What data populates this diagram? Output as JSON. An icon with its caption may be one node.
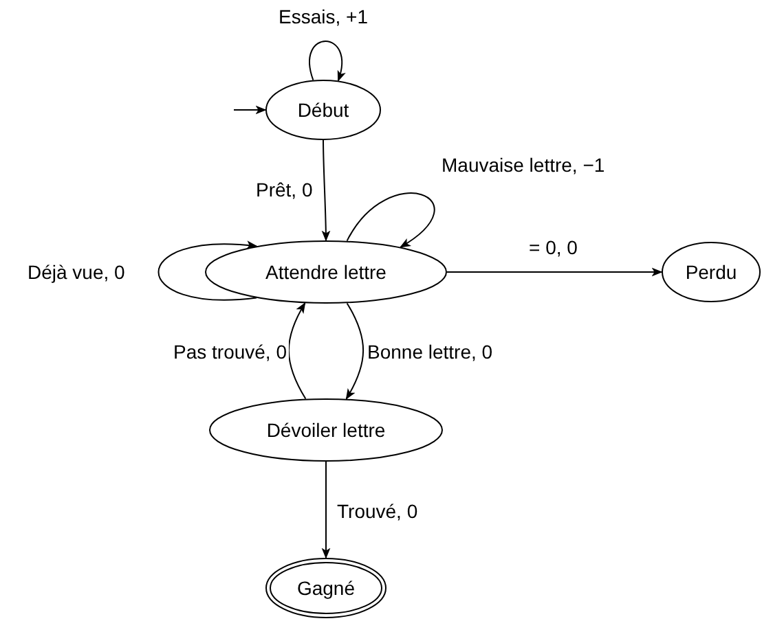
{
  "diagram": {
    "nodes": [
      {
        "text": [
          "Début"
        ]
      },
      {
        "text": [
          "Attendre lettre"
        ]
      },
      {
        "text": [
          "Perdu"
        ]
      },
      {
        "text": [
          "Dévoiler lettre"
        ]
      },
      {
        "text": [
          "Gagné"
        ]
      }
    ],
    "edges": [
      {
        "from": null,
        "to": 0,
        "arrow": "to"
      },
      {
        "from": 0,
        "to": 0,
        "label": "Essais, +1",
        "arrow": "to"
      },
      {
        "from": 0,
        "to": 1,
        "label": "Prêt, 0",
        "arrow": "to"
      },
      {
        "from": 1,
        "to": 1,
        "label": "Mauvaise lettre, −1",
        "arrow": "to"
      },
      {
        "from": 1,
        "to": 1,
        "label": "Déjà vue, 0",
        "arrow": "to"
      },
      {
        "from": 1,
        "to": 2,
        "label": "= 0, 0",
        "arrow": "to"
      },
      {
        "from": 1,
        "to": 3,
        "label": "Bonne lettre, 0",
        "arrow": "to"
      },
      {
        "from": 3,
        "to": 1,
        "label": "Pas trouvé, 0",
        "arrow": "to"
      },
      {
        "from": 3,
        "to": 4,
        "label": "Trouvé, 0",
        "arrow": "to"
      }
    ]
  }
}
